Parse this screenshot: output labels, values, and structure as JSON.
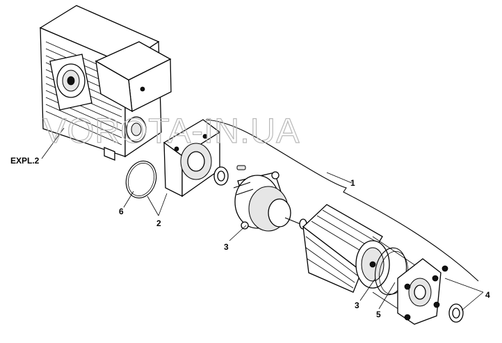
{
  "watermark": "VOROTA-IN.UA",
  "labels": {
    "expl": "EXPL.2",
    "n1": "1",
    "n2": "2",
    "n3_brush": "3",
    "n3_lower": "3",
    "n4": "4",
    "n5": "5",
    "n6": "6"
  }
}
